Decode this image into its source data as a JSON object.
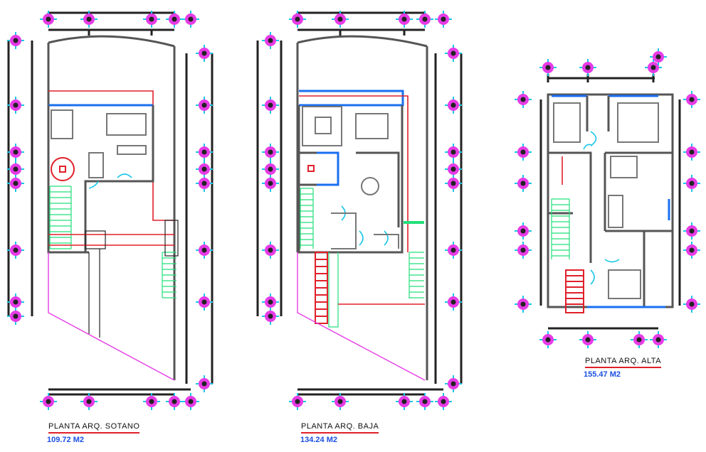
{
  "plans": [
    {
      "title": "PLANTA ARQ. SOTANO",
      "area": "109.72 M2"
    },
    {
      "title": "PLANTA ARQ. BAJA",
      "area": "134.24 M2"
    },
    {
      "title": "PLANTA ARQ. ALTA",
      "area": "155.47 M2"
    }
  ],
  "colors": {
    "axis_marker": "#e63ce6",
    "axis_cross": "#19c6e8",
    "title_underline": "#e0202a",
    "area_text": "#1a4fe0"
  }
}
